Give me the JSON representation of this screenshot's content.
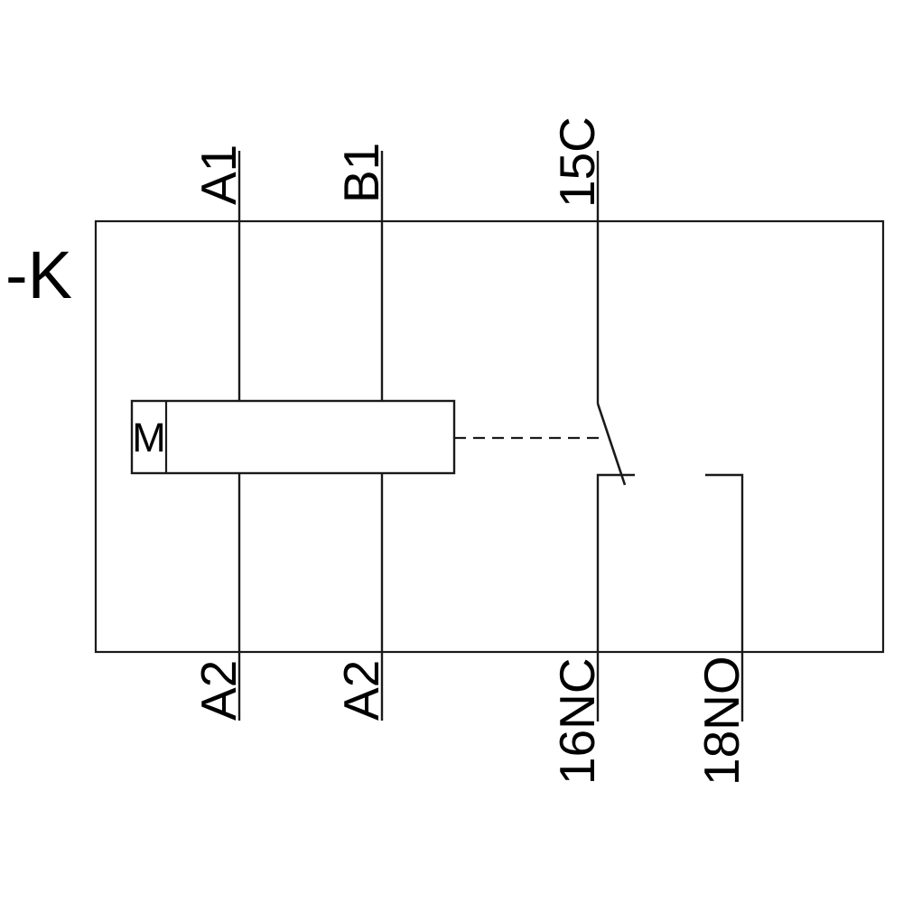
{
  "diagram": {
    "device_label": "-K",
    "coil_label": "M",
    "terminals": {
      "top": [
        "A1",
        "B1",
        "15C"
      ],
      "bottom": [
        "A2",
        "A2",
        "16NC",
        "18NO"
      ]
    },
    "contact": {
      "common": "15C",
      "normally_closed": "16NC",
      "normally_open": "18NO",
      "state": "NC-closed"
    },
    "colors": {
      "line": "#1a1a1a",
      "text": "#000000",
      "background": "#ffffff"
    }
  }
}
